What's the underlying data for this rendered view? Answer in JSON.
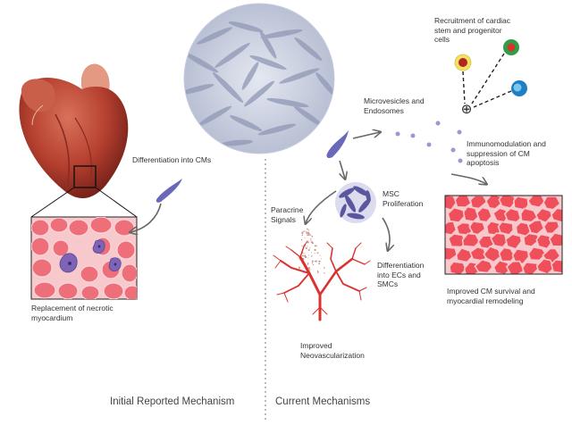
{
  "labels": {
    "recruitment": "Recruitment of cardiac\nstem and progenitor\ncells",
    "microvesicles": "Microvesicles and\nEndosomes",
    "immunomodulation": "Immunomodulation and\nsuppression of CM\napoptosis",
    "differentiation_cms": "Differentiation into CMs",
    "paracrine": "Paracrine\nSignals",
    "msc_proliferation": "MSC\nProliferation",
    "differentiation_ecs": "Differentiation\ninto ECs and\nSMCs",
    "replacement": "Replacement of necrotic\nmyocardium",
    "improved_cm": "Improved CM survival and\nmyocardial remodeling",
    "neovascularization": "Improved\nNeovascularization"
  },
  "footer": {
    "initial": "Initial Reported Mechanism",
    "current": "Current Mechanisms"
  },
  "icons": {
    "circle_plus": "⊕"
  },
  "colors": {
    "cm_cell_fill": "#ef4f5a",
    "cm_cell_border": "#f8c9cc",
    "stem_cell": "#6a68b8",
    "vessel": "#d8332f",
    "progenitor_red": "#b52222",
    "progenitor_green": "#2f9e45",
    "progenitor_blue": "#1f7fc4",
    "vesicle": "#9a98cf",
    "divider": "#777777"
  }
}
